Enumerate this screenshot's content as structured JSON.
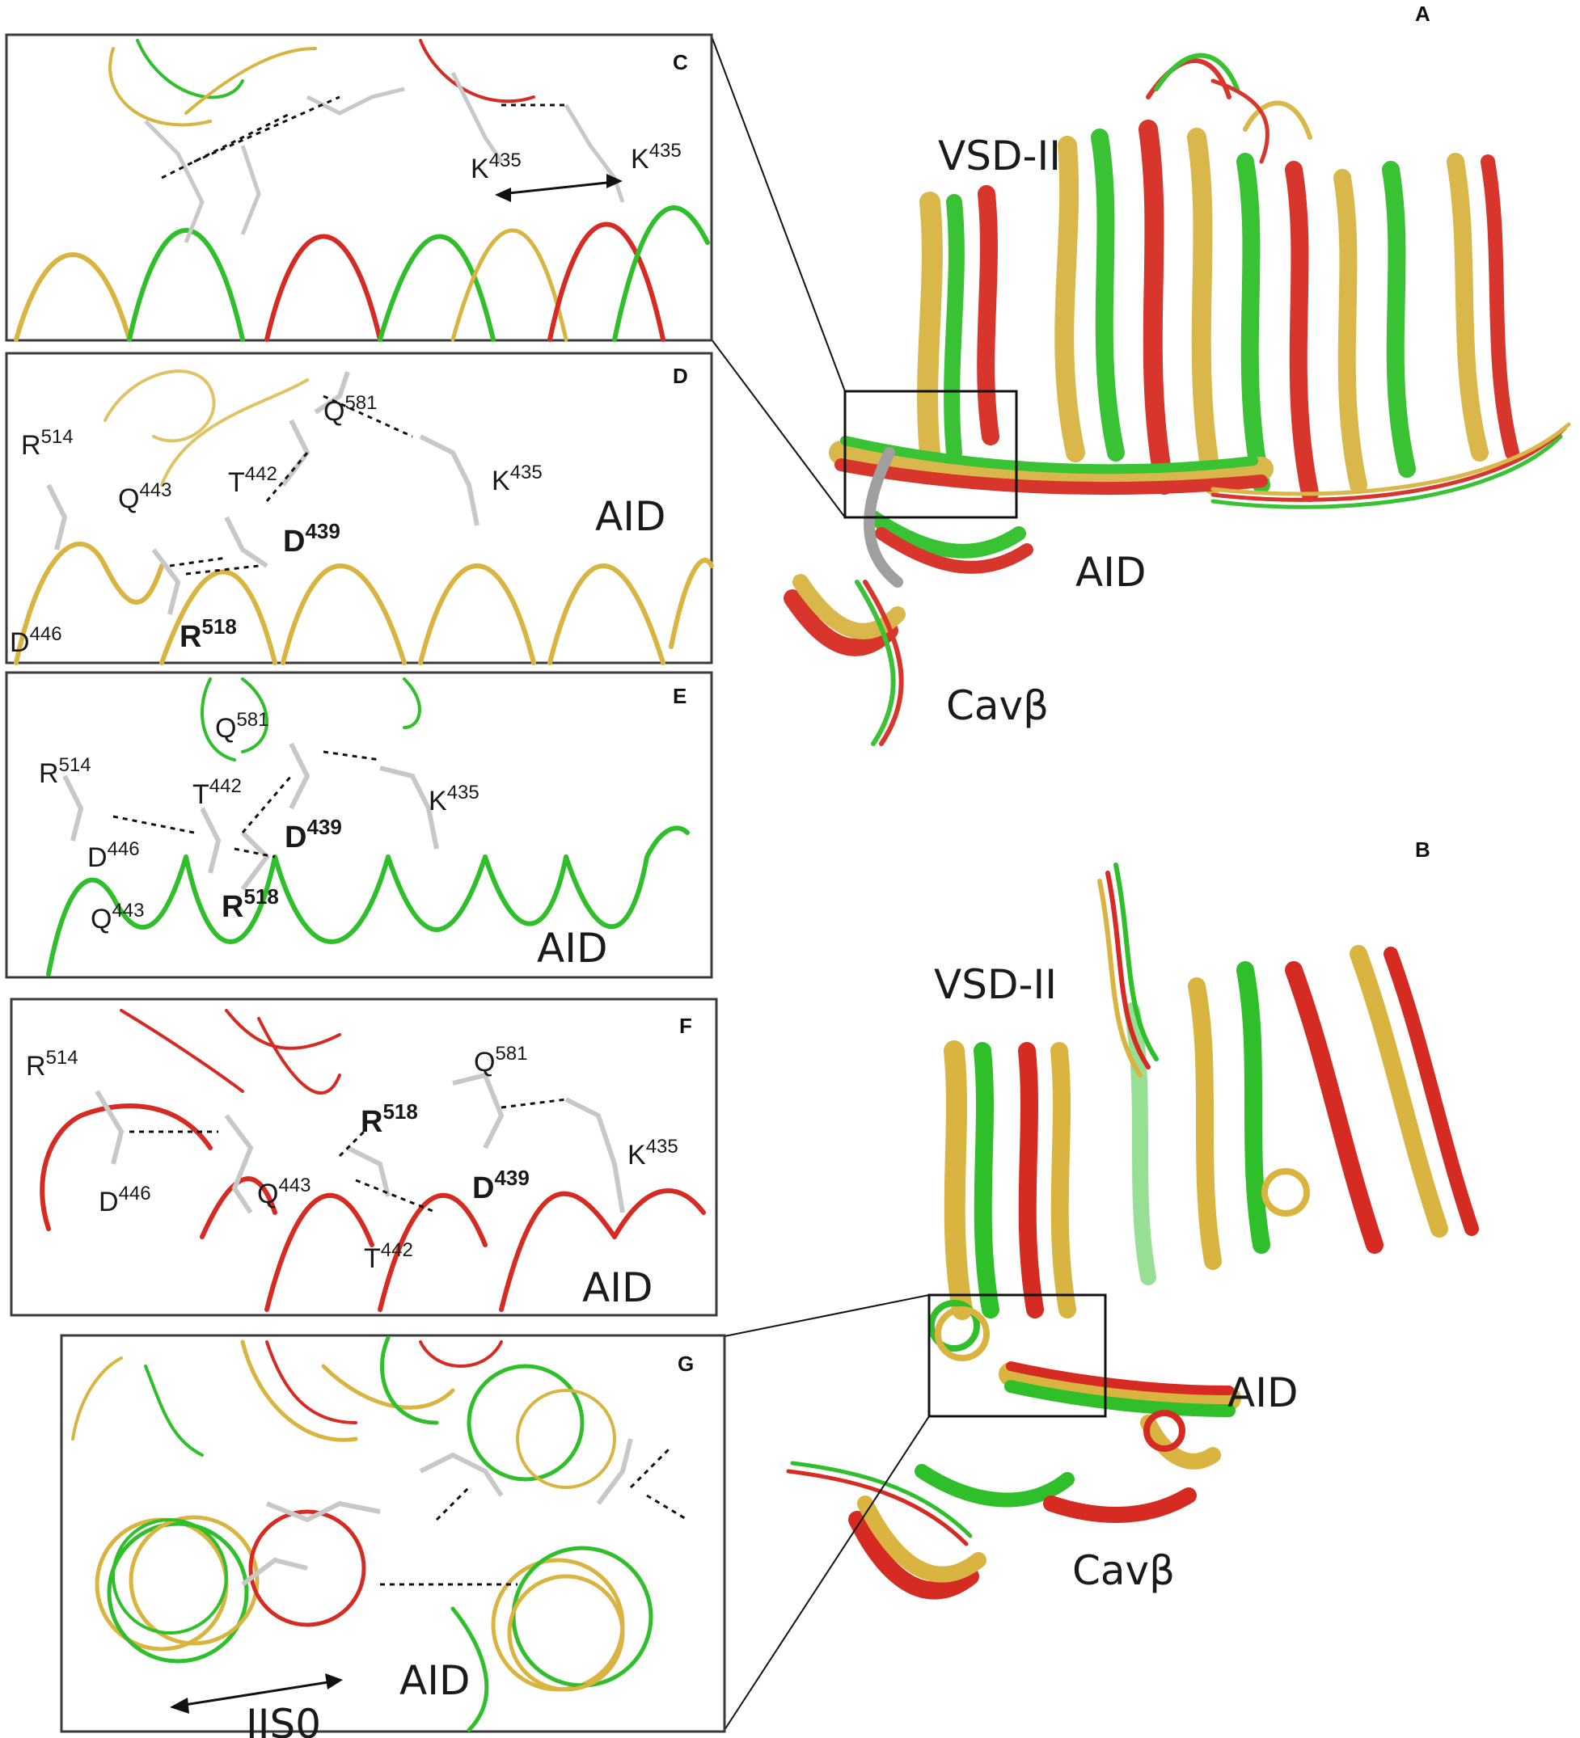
{
  "panels": {
    "A": {
      "letter": "A",
      "vsd": "VSD-II",
      "aid": "AID",
      "cav": "Cavβ"
    },
    "B": {
      "letter": "B",
      "vsd": "VSD-II",
      "aid": "AID",
      "cav": "Cavβ"
    },
    "C": {
      "letter": "C",
      "k1": "K",
      "k1_sup": "435",
      "k2": "K",
      "k2_sup": "435"
    },
    "D": {
      "letter": "D",
      "r514": "R",
      "r514_sup": "514",
      "q443": "Q",
      "q443_sup": "443",
      "t442": "T",
      "t442_sup": "442",
      "q581": "Q",
      "q581_sup": "581",
      "k435": "K",
      "k435_sup": "435",
      "d439": "D",
      "d439_sup": "439",
      "d446": "D",
      "d446_sup": "446",
      "r518": "R",
      "r518_sup": "518",
      "aid": "AID"
    },
    "E": {
      "letter": "E",
      "q581": "Q",
      "q581_sup": "581",
      "r514": "R",
      "r514_sup": "514",
      "t442": "T",
      "t442_sup": "442",
      "k435": "K",
      "k435_sup": "435",
      "d439": "D",
      "d439_sup": "439",
      "d446": "D",
      "d446_sup": "446",
      "q443": "Q",
      "q443_sup": "443",
      "r518": "R",
      "r518_sup": "518",
      "aid": "AID"
    },
    "F": {
      "letter": "F",
      "r514": "R",
      "r514_sup": "514",
      "q581": "Q",
      "q581_sup": "581",
      "r518": "R",
      "r518_sup": "518",
      "k435": "K",
      "k435_sup": "435",
      "d446": "D",
      "d446_sup": "446",
      "q443": "Q",
      "q443_sup": "443",
      "d439": "D",
      "d439_sup": "439",
      "t442": "T",
      "t442_sup": "442",
      "aid": "AID"
    },
    "G": {
      "letter": "G",
      "iis0": "IIS0",
      "aid": "AID"
    }
  },
  "colors": {
    "green": "#2fbf2a",
    "red": "#d62b22",
    "gold": "#d9b441",
    "gray": "#9a9a9a",
    "blue": "#2a3fd6"
  }
}
